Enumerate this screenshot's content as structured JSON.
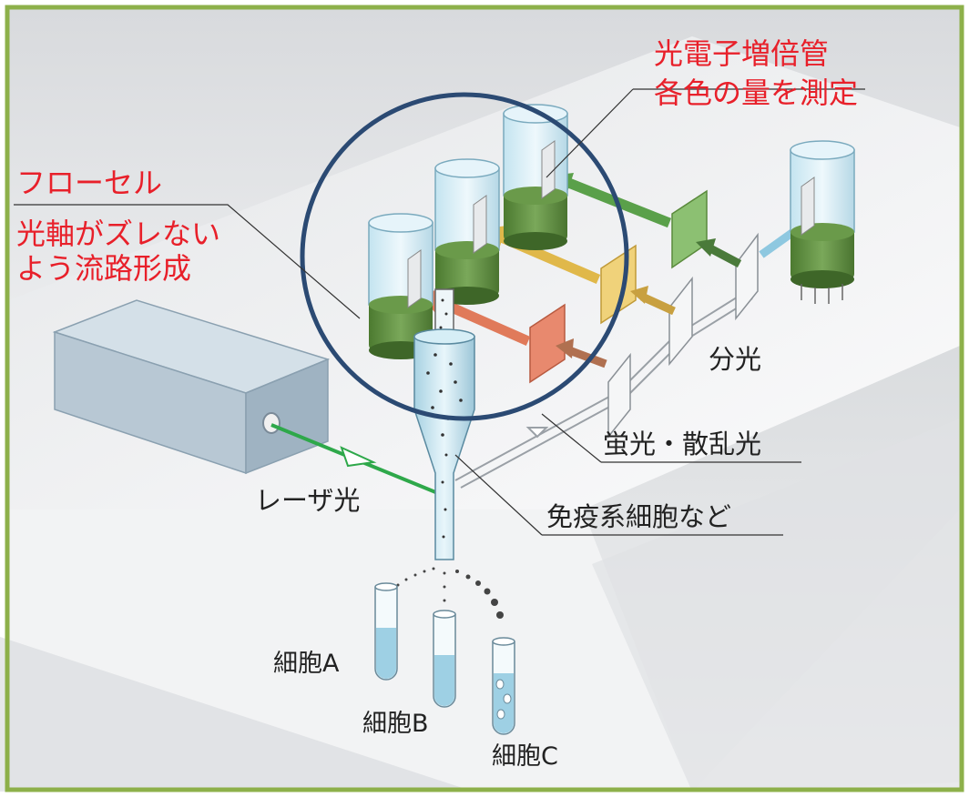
{
  "labels": {
    "pmt_title": "光電子増倍管",
    "pmt_sub": "各色の量を測定",
    "flowcell_title": "フローセル",
    "flowcell_sub1": "光軸がズレない",
    "flowcell_sub2": "よう流路形成",
    "laser": "レーザ光",
    "fluorescence": "蛍光・散乱光",
    "cells": "免疫系細胞など",
    "spectral": "分光",
    "tube_a": "細胞A",
    "tube_b": "細胞B",
    "tube_c": "細胞C"
  },
  "colors": {
    "frame": "#8db04a",
    "highlight_circle": "#2b4a73",
    "red_text": "#e8202a",
    "laser_green": "#2ea84a",
    "arrow_red": "#e07a5a",
    "arrow_yellow": "#e0b84a",
    "arrow_green": "#5aa04a",
    "arrow_blue": "#8ec8e0",
    "pmt_base": "#5b8a3c",
    "laser_box": "#b8c8d4"
  }
}
